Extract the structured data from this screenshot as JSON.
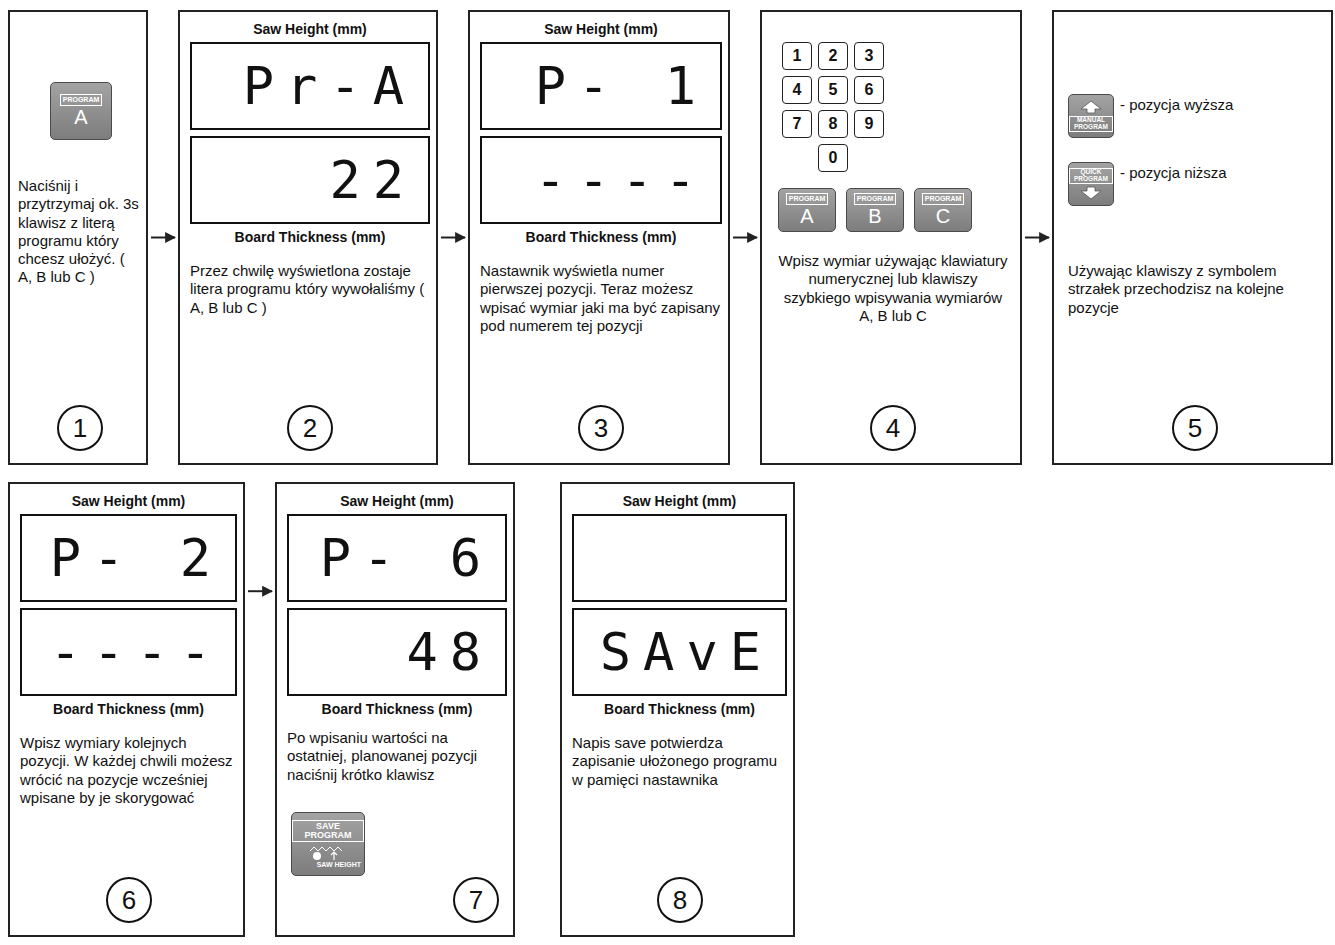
{
  "diagram": {
    "nodes": [
      {
        "text": [
          "Naciśnij i przytrzymaj ok. 3s klawisz z literą programu który chcesz ułożyć. ( A, B lub C )"
        ]
      },
      {
        "text": [
          "PROGRAM",
          "A"
        ],
        "in": 0
      },
      {
        "text": [
          "1"
        ],
        "in": 0
      },
      {
        "text": [
          "Przez chwilę wyświetlona zostaje litera programu który wywołaliśmy ( A, B lub C )"
        ]
      },
      {
        "text": [
          "Saw Height (mm)",
          "Pr-A"
        ],
        "in": 3
      },
      {
        "text": [
          "22",
          "Board Thickness (mm)"
        ],
        "in": 3
      },
      {
        "text": [
          "2"
        ],
        "in": 3
      },
      {
        "text": [
          "Nastawnik wyświetla numer pierwszej pozycji. Teraz możesz wpisać wymiar jaki ma być zapisany pod numerem tej pozycji"
        ]
      },
      {
        "text": [
          "Saw Height (mm)",
          "P- 1"
        ],
        "in": 7
      },
      {
        "text": [
          "----",
          "Board Thickness (mm)"
        ],
        "in": 7
      },
      {
        "text": [
          "3"
        ],
        "in": 7
      },
      {
        "text": [
          "Wpisz wymiar używając klawiatury numerycznej lub klawiszy szybkiego wpisywania wymiarów A, B lub C"
        ]
      },
      {
        "text": [
          "1"
        ],
        "in": 11
      },
      {
        "text": [
          "2"
        ],
        "in": 11
      },
      {
        "text": [
          "3"
        ],
        "in": 11
      },
      {
        "text": [
          "4"
        ],
        "in": 11
      },
      {
        "text": [
          "5"
        ],
        "in": 11
      },
      {
        "text": [
          "6"
        ],
        "in": 11
      },
      {
        "text": [
          "7"
        ],
        "in": 11
      },
      {
        "text": [
          "8"
        ],
        "in": 11
      },
      {
        "text": [
          "9"
        ],
        "in": 11
      },
      {
        "text": [
          "0"
        ],
        "in": 11
      },
      {
        "text": [
          "PROGRAM",
          "A"
        ],
        "in": 11
      },
      {
        "text": [
          "PROGRAM",
          "B"
        ],
        "in": 11
      },
      {
        "text": [
          "PROGRAM",
          "C"
        ],
        "in": 11
      },
      {
        "text": [
          "4"
        ],
        "in": 11
      },
      {
        "text": [
          "Używając klawiszy z symbolem strzałek przechodzisz na kolejne pozycje"
        ]
      },
      {
        "text": [
          "MANUAL PROGRAM"
        ],
        "in": 26
      },
      {
        "text": [
          "QUICK PROGRAM"
        ],
        "in": 26
      },
      {
        "text": [
          "5"
        ],
        "in": 26
      },
      {
        "text": [
          "Wpisz wymiary kolejnych pozycji. W każdej chwili możesz wrócić na pozycje wcześniej wpisane by je skorygować"
        ]
      },
      {
        "text": [
          "Saw Height (mm)",
          "P- 2"
        ],
        "in": 30
      },
      {
        "text": [
          "----",
          "Board Thickness (mm)"
        ],
        "in": 30
      },
      {
        "text": [
          "6"
        ],
        "in": 30
      },
      {
        "text": [
          "Po wpisaniu wartości na ostatniej, planowanej pozycji naciśnij krótko klawisz"
        ]
      },
      {
        "text": [
          "Saw Height (mm)",
          "P- 6"
        ],
        "in": 34
      },
      {
        "text": [
          "48",
          "Board Thickness (mm)"
        ],
        "in": 34
      },
      {
        "text": [
          "SAVE PROGRAM",
          "SAW HEIGHT"
        ],
        "in": 34
      },
      {
        "text": [
          "7"
        ],
        "in": 34
      },
      {
        "text": [
          "Napis save potwierdza zapisanie ułożonego programu w pamięci nastawnika"
        ]
      },
      {
        "text": [
          "Saw Height (mm)"
        ],
        "in": 39
      },
      {
        "text": [
          "SAvE",
          "Board Thickness (mm)"
        ],
        "in": 39
      },
      {
        "text": [
          "8"
        ],
        "in": 39
      }
    ],
    "edges": [
      {
        "from": 0,
        "to": 3,
        "arrow": "to"
      },
      {
        "from": 3,
        "to": 7,
        "arrow": "to"
      },
      {
        "from": 7,
        "to": 11,
        "arrow": "to"
      },
      {
        "from": 11,
        "to": 26,
        "arrow": "to"
      },
      {
        "from": 30,
        "to": 34,
        "arrow": "to"
      }
    ],
    "labels": [
      "- pozycja wyższa",
      "- pozycja niższa"
    ]
  }
}
